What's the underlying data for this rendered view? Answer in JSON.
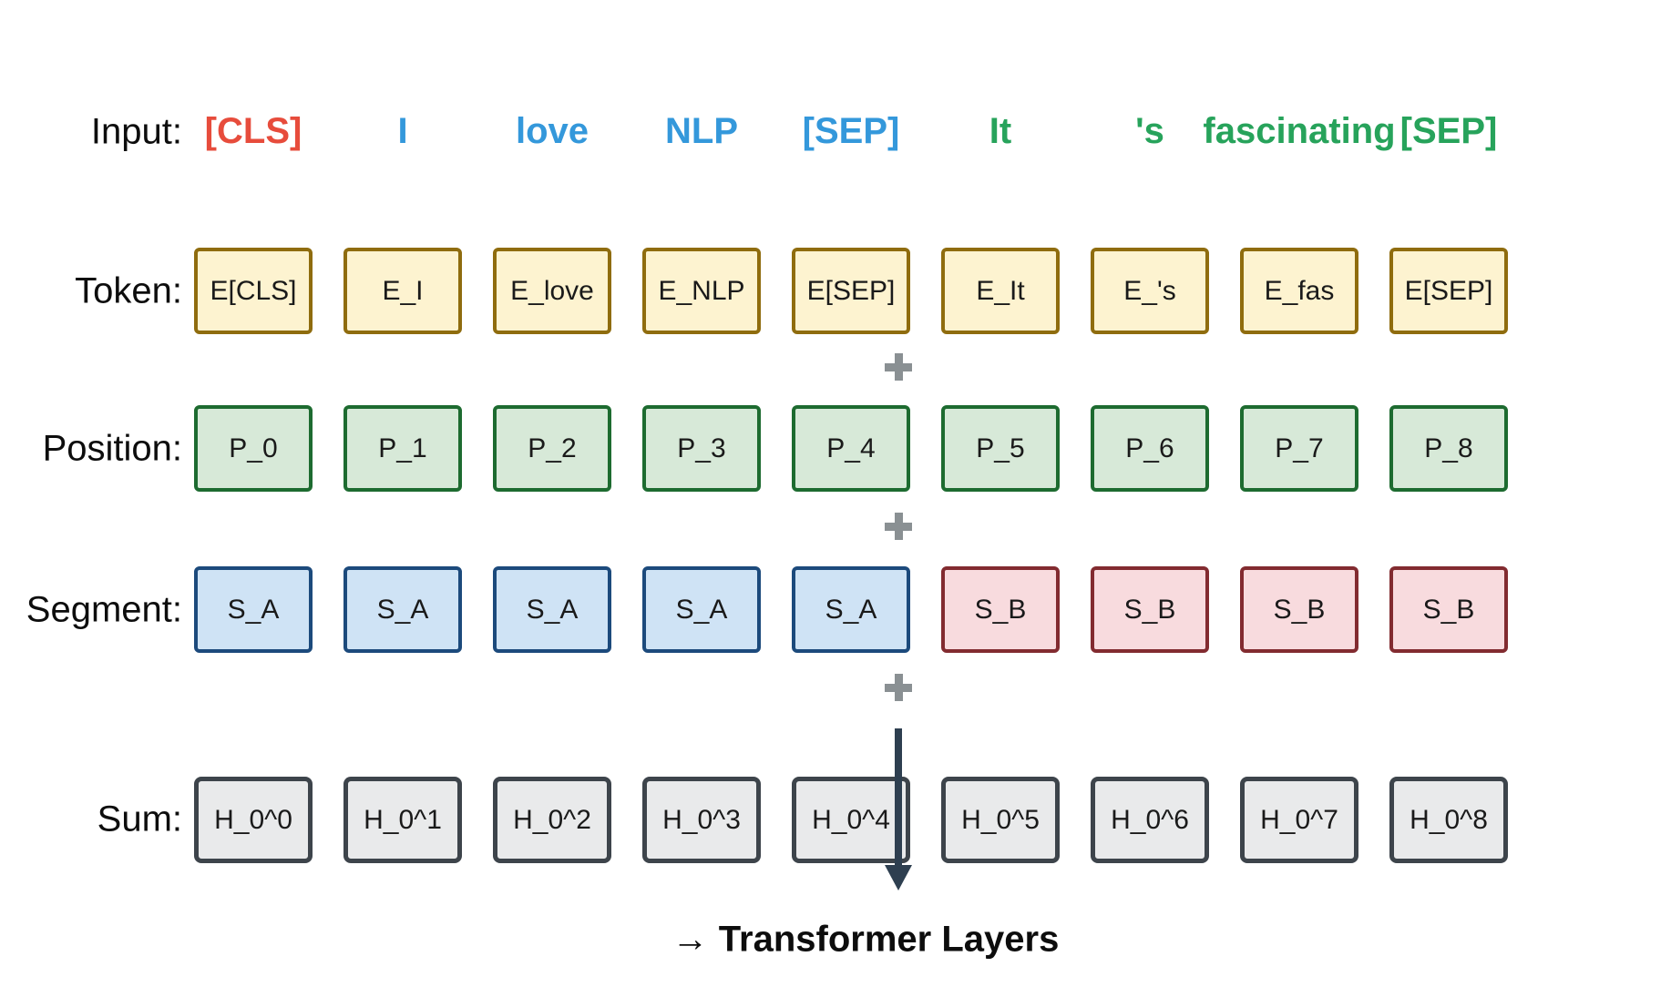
{
  "diagram": {
    "kind": "bert-input-embeddings",
    "footer_caption": "→ Transformer Layers",
    "plus_symbol": "+"
  },
  "labels": {
    "input": "Input:",
    "token": "Token:",
    "position": "Position:",
    "segment": "Segment:",
    "sum": "Sum:"
  },
  "input_row": {
    "tokens": [
      {
        "text": "[CLS]",
        "color": "#e74c3c"
      },
      {
        "text": "I",
        "color": "#3498db"
      },
      {
        "text": "love",
        "color": "#3498db"
      },
      {
        "text": "NLP",
        "color": "#3498db"
      },
      {
        "text": "[SEP]",
        "color": "#3498db"
      },
      {
        "text": "It",
        "color": "#27a35b"
      },
      {
        "text": "'s",
        "color": "#27a35b"
      },
      {
        "text": "fascinating",
        "color": "#27a35b"
      },
      {
        "text": "[SEP]",
        "color": "#27a35b"
      }
    ]
  },
  "rows": {
    "token": {
      "cells": [
        "E[CLS]",
        "E_I",
        "E_love",
        "E_NLP",
        "E[SEP]",
        "E_It",
        "E_'s",
        "E_fas",
        "E[SEP]"
      ]
    },
    "position": {
      "cells": [
        "P_0",
        "P_1",
        "P_2",
        "P_3",
        "P_4",
        "P_5",
        "P_6",
        "P_7",
        "P_8"
      ]
    },
    "segment": {
      "cells": [
        "S_A",
        "S_A",
        "S_A",
        "S_A",
        "S_A",
        "S_B",
        "S_B",
        "S_B",
        "S_B"
      ]
    },
    "sum": {
      "cells": [
        "H_0^0",
        "H_0^1",
        "H_0^2",
        "H_0^3",
        "H_0^4",
        "H_0^5",
        "H_0^6",
        "H_0^7",
        "H_0^8"
      ]
    }
  },
  "colors": {
    "input_cls_red": "#e74c3c",
    "input_sentence_a_blue": "#3498db",
    "input_sentence_b_green": "#27a35b",
    "token_fill": "#fdf3d0",
    "token_border": "#8f6c0e",
    "position_fill": "#d7e9d8",
    "position_border": "#1d6b30",
    "segment_a_fill": "#cfe3f5",
    "segment_a_border": "#1c4a7c",
    "segment_b_fill": "#f8dbde",
    "segment_b_border": "#822b30",
    "sum_fill": "#e9eaeb",
    "sum_border": "#3d444b",
    "plus_gray": "#8a9093",
    "arrow_dark_slate": "#2e3f50"
  }
}
